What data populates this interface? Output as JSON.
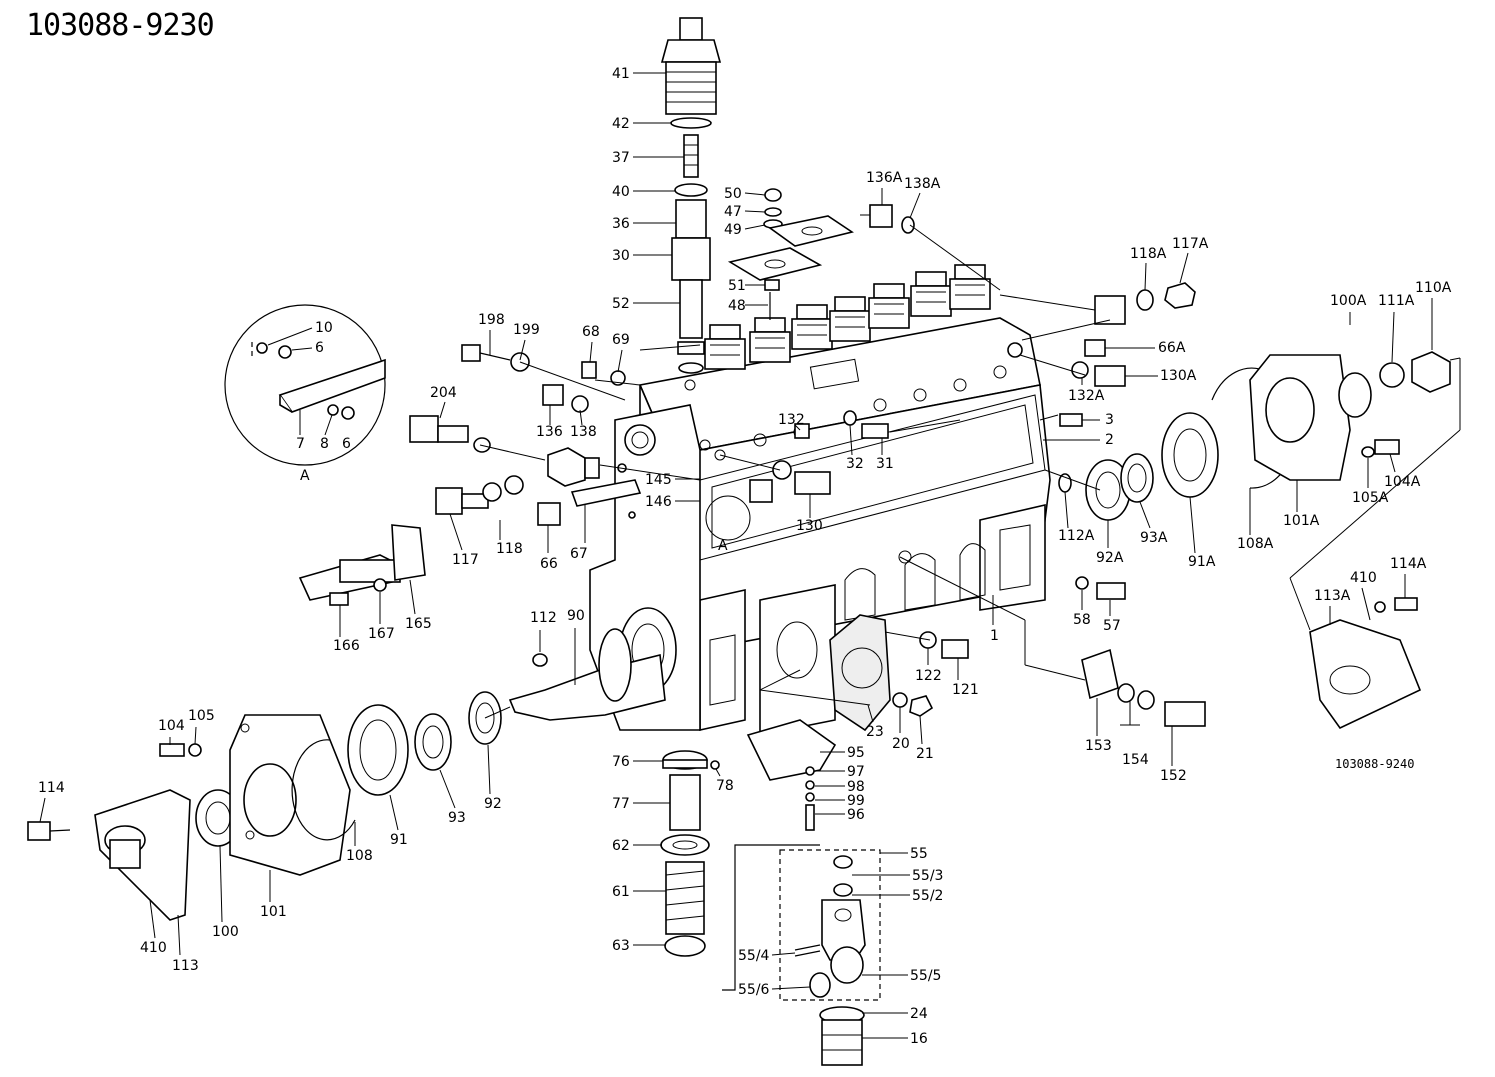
{
  "diagram": {
    "part_number": "103088-9230",
    "sub_part_number": "103088-9240",
    "detail_view_label": "A",
    "callouts": [
      {
        "id": "c41",
        "text": "41"
      },
      {
        "id": "c42",
        "text": "42"
      },
      {
        "id": "c37",
        "text": "37"
      },
      {
        "id": "c40",
        "text": "40"
      },
      {
        "id": "c36",
        "text": "36"
      },
      {
        "id": "c30",
        "text": "30"
      },
      {
        "id": "c52",
        "text": "52"
      },
      {
        "id": "c50",
        "text": "50"
      },
      {
        "id": "c47",
        "text": "47"
      },
      {
        "id": "c49",
        "text": "49"
      },
      {
        "id": "c51",
        "text": "51"
      },
      {
        "id": "c48",
        "text": "48"
      },
      {
        "id": "c136A",
        "text": "136A"
      },
      {
        "id": "c138A",
        "text": "138A"
      },
      {
        "id": "c118A",
        "text": "118A"
      },
      {
        "id": "c117A",
        "text": "117A"
      },
      {
        "id": "c100A",
        "text": "100A"
      },
      {
        "id": "c111A",
        "text": "111A"
      },
      {
        "id": "c110A",
        "text": "110A"
      },
      {
        "id": "c66A",
        "text": "66A"
      },
      {
        "id": "c130A",
        "text": "130A"
      },
      {
        "id": "c132A",
        "text": "132A"
      },
      {
        "id": "c3",
        "text": "3"
      },
      {
        "id": "c2",
        "text": "2"
      },
      {
        "id": "c10",
        "text": "10"
      },
      {
        "id": "c6a",
        "text": "6"
      },
      {
        "id": "c7",
        "text": "7"
      },
      {
        "id": "c8",
        "text": "8"
      },
      {
        "id": "c6b",
        "text": "6"
      },
      {
        "id": "cA1",
        "text": "A"
      },
      {
        "id": "c198",
        "text": "198"
      },
      {
        "id": "c199",
        "text": "199"
      },
      {
        "id": "c68",
        "text": "68"
      },
      {
        "id": "c69",
        "text": "69"
      },
      {
        "id": "c204",
        "text": "204"
      },
      {
        "id": "c136",
        "text": "136"
      },
      {
        "id": "c138",
        "text": "138"
      },
      {
        "id": "c132",
        "text": "132"
      },
      {
        "id": "c32",
        "text": "32"
      },
      {
        "id": "c31",
        "text": "31"
      },
      {
        "id": "c145",
        "text": "145"
      },
      {
        "id": "c146",
        "text": "146"
      },
      {
        "id": "c130",
        "text": "130"
      },
      {
        "id": "c117",
        "text": "117"
      },
      {
        "id": "c118",
        "text": "118"
      },
      {
        "id": "c66",
        "text": "66"
      },
      {
        "id": "c67",
        "text": "67"
      },
      {
        "id": "cA2",
        "text": "A"
      },
      {
        "id": "c112A",
        "text": "112A"
      },
      {
        "id": "c92A",
        "text": "92A"
      },
      {
        "id": "c93A",
        "text": "93A"
      },
      {
        "id": "c91A",
        "text": "91A"
      },
      {
        "id": "c108A",
        "text": "108A"
      },
      {
        "id": "c101A",
        "text": "101A"
      },
      {
        "id": "c105A",
        "text": "105A"
      },
      {
        "id": "c104A",
        "text": "104A"
      },
      {
        "id": "c166",
        "text": "166"
      },
      {
        "id": "c167",
        "text": "167"
      },
      {
        "id": "c165",
        "text": "165"
      },
      {
        "id": "c112",
        "text": "112"
      },
      {
        "id": "c90",
        "text": "90"
      },
      {
        "id": "c58",
        "text": "58"
      },
      {
        "id": "c57",
        "text": "57"
      },
      {
        "id": "c113A",
        "text": "113A"
      },
      {
        "id": "c410A",
        "text": "410"
      },
      {
        "id": "c114A",
        "text": "114A"
      },
      {
        "id": "c122",
        "text": "122"
      },
      {
        "id": "c121",
        "text": "121"
      },
      {
        "id": "c1",
        "text": "1"
      },
      {
        "id": "c104",
        "text": "104"
      },
      {
        "id": "c105",
        "text": "105"
      },
      {
        "id": "c23",
        "text": "23"
      },
      {
        "id": "c20",
        "text": "20"
      },
      {
        "id": "c21",
        "text": "21"
      },
      {
        "id": "c153",
        "text": "153"
      },
      {
        "id": "c95",
        "text": "95"
      },
      {
        "id": "c76",
        "text": "76"
      },
      {
        "id": "c78",
        "text": "78"
      },
      {
        "id": "c97",
        "text": "97"
      },
      {
        "id": "c98",
        "text": "98"
      },
      {
        "id": "c99",
        "text": "99"
      },
      {
        "id": "c96",
        "text": "96"
      },
      {
        "id": "c154",
        "text": "154"
      },
      {
        "id": "c152",
        "text": "152"
      },
      {
        "id": "c114",
        "text": "114"
      },
      {
        "id": "c77",
        "text": "77"
      },
      {
        "id": "c108",
        "text": "108"
      },
      {
        "id": "c91",
        "text": "91"
      },
      {
        "id": "c93",
        "text": "93"
      },
      {
        "id": "c92",
        "text": "92"
      },
      {
        "id": "c62",
        "text": "62"
      },
      {
        "id": "c55",
        "text": "55"
      },
      {
        "id": "c55_3",
        "text": "55/3"
      },
      {
        "id": "c55_2",
        "text": "55/2"
      },
      {
        "id": "c61",
        "text": "61"
      },
      {
        "id": "c101",
        "text": "101"
      },
      {
        "id": "c100",
        "text": "100"
      },
      {
        "id": "c63",
        "text": "63"
      },
      {
        "id": "c55_4",
        "text": "55/4"
      },
      {
        "id": "c55_5",
        "text": "55/5"
      },
      {
        "id": "c55_6",
        "text": "55/6"
      },
      {
        "id": "c410",
        "text": "410"
      },
      {
        "id": "c113",
        "text": "113"
      },
      {
        "id": "c24",
        "text": "24"
      },
      {
        "id": "c16",
        "text": "16"
      }
    ]
  }
}
